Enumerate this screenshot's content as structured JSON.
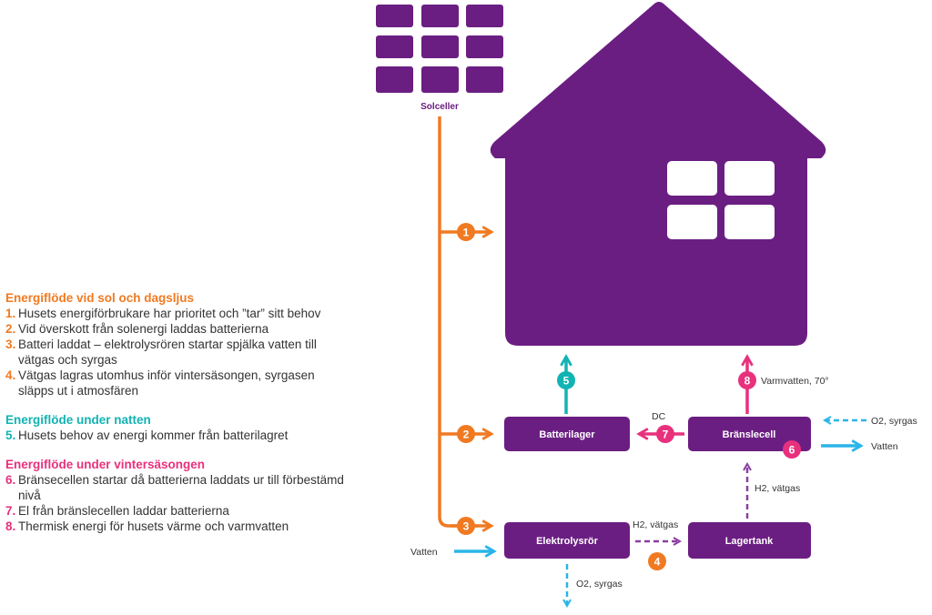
{
  "colors": {
    "purple": "#6B1E82",
    "orange": "#F07A22",
    "teal": "#12B3B3",
    "pink": "#E8317D",
    "blue": "#2AB5E8",
    "dashPurple": "#8B3FA0",
    "text": "#333333"
  },
  "diagram": {
    "solar_label": "Solceller",
    "boxes": {
      "battery": "Batterilager",
      "fuelcell": "Bränslecell",
      "electrolyzer": "Elektrolysrör",
      "tank": "Lagertank"
    },
    "badges": [
      "1",
      "2",
      "3",
      "4",
      "5",
      "6",
      "7",
      "8"
    ],
    "labels": {
      "hot_water": "Varmvatten, 70°",
      "dc": "DC",
      "o2_fuelcell": "O2, syrgas",
      "water_out": "Vatten",
      "h2_vertical": "H2, vätgas",
      "h2_horizontal": "H2, vätgas",
      "water_in": "Vatten",
      "o2_bottom": "O2, syrgas"
    }
  },
  "legend": {
    "day": {
      "heading": "Energiflöde vid sol och dagsljus",
      "items": [
        {
          "num": "1.",
          "text": "Husets energiförbrukare har prioritet och ”tar” sitt behov"
        },
        {
          "num": "2.",
          "text": "Vid överskott från solenergi laddas batterierna"
        },
        {
          "num": "3.",
          "text": "Batteri laddat – elektrolysrören startar spjälka vatten till vätgas och syrgas"
        },
        {
          "num": "4.",
          "text": "Vätgas lagras utomhus inför vintersäsongen, syrgasen släpps ut i atmosfären"
        }
      ]
    },
    "night": {
      "heading": "Energiflöde under natten",
      "items": [
        {
          "num": "5.",
          "text": "Husets behov av energi kommer från batterilagret"
        }
      ]
    },
    "winter": {
      "heading": "Energiflöde under vintersäsongen",
      "items": [
        {
          "num": "6.",
          "text": "Bränsecellen startar då batterierna laddats ur till förbestämd nivå"
        },
        {
          "num": "7.",
          "text": "El från bränslecellen laddar batterierna"
        },
        {
          "num": "8.",
          "text": "Thermisk energi för husets värme och varmvatten"
        }
      ]
    }
  }
}
